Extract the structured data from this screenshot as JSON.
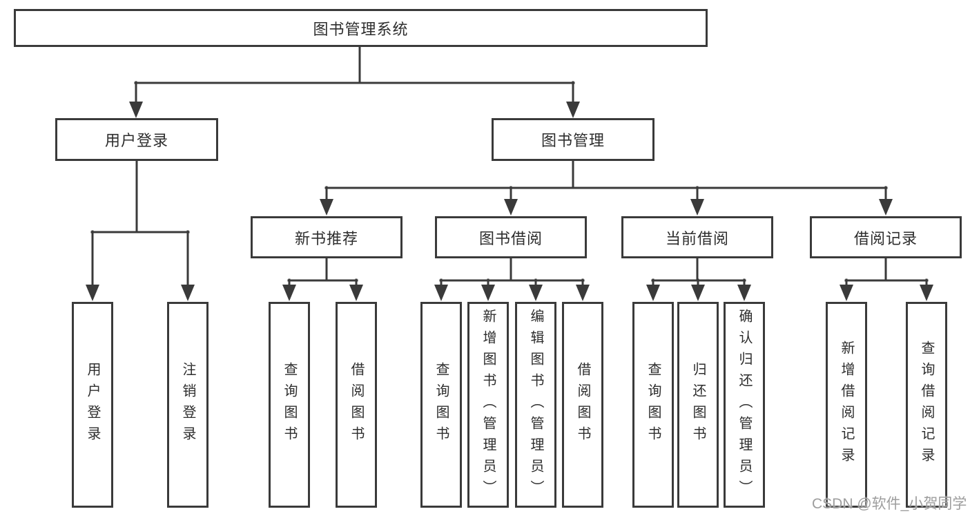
{
  "diagram": {
    "root": {
      "label": "图书管理系统"
    },
    "level2": [
      {
        "label": "用户登录"
      },
      {
        "label": "图书管理"
      }
    ],
    "level3": [
      {
        "label": "新书推荐"
      },
      {
        "label": "图书借阅"
      },
      {
        "label": "当前借阅"
      },
      {
        "label": "借阅记录"
      }
    ],
    "leaves": [
      {
        "label": "用户登录"
      },
      {
        "label": "注销登录"
      },
      {
        "label": "查询图书"
      },
      {
        "label": "借阅图书"
      },
      {
        "label": "查询图书"
      },
      {
        "label": "新增图书（管理员）"
      },
      {
        "label": "编辑图书（管理员）"
      },
      {
        "label": "借阅图书"
      },
      {
        "label": "查询图书"
      },
      {
        "label": "归还图书"
      },
      {
        "label": "确认归还（管理员）"
      },
      {
        "label": "新增借阅记录"
      },
      {
        "label": "查询借阅记录"
      }
    ]
  },
  "watermark": {
    "text": "CSDN @软件_小贺同学"
  },
  "colors": {
    "line": "#3a3a3a",
    "box_border": "#3a3a3a",
    "text": "#2d2d2d",
    "watermark": "#9d9d9d",
    "background": "#ffffff"
  }
}
